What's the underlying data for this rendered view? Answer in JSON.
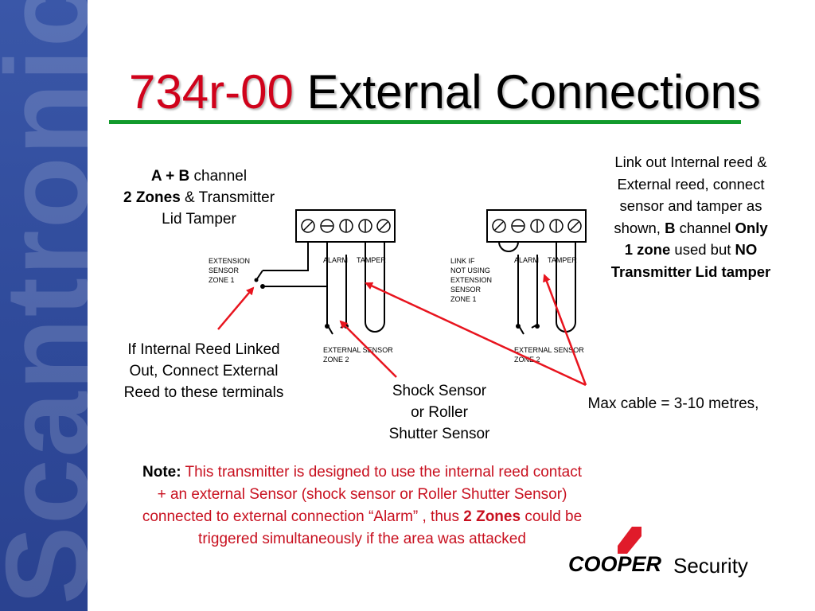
{
  "sidebar": {
    "watermark": "Scantronic"
  },
  "title": {
    "model": "734r-00",
    "rest": "External Connections"
  },
  "callout_left_top": {
    "line1_bold": "A + B",
    "line1_rest": " channel",
    "line2_bold": "2 Zones",
    "line2_rest": " & Transmitter",
    "line3": "Lid Tamper"
  },
  "callout_right_top": {
    "line1": "Link out Internal reed &",
    "line2": "External reed, connect",
    "line3": "sensor and tamper as",
    "line4_pre": "shown, ",
    "line4_bold": "B",
    "line4_mid": " channel ",
    "line4_bold2": "Only",
    "line5_bold": "1 zone",
    "line5_mid": " used but ",
    "line5_bold2": "NO",
    "line6_bold": "Transmitter Lid tamper"
  },
  "callout_reed": {
    "line1": "If Internal Reed Linked",
    "line2": "Out, Connect External",
    "line3": "Reed to these terminals"
  },
  "callout_shock": {
    "line1": "Shock Sensor",
    "line2": "or Roller",
    "line3": "Shutter Sensor"
  },
  "callout_cable": {
    "text": "Max cable = 3-10 metres,"
  },
  "diagram_left": {
    "ext_sensor_zone1": [
      "EXTENSION",
      "SENSOR",
      "ZONE 1"
    ],
    "alarm": "ALARM",
    "tamper": "TAMPER",
    "external_sensor_zone2": [
      "EXTERNAL SENSOR",
      "ZONE 2"
    ]
  },
  "diagram_right": {
    "link_note": [
      "LINK IF",
      "NOT USING",
      "EXTENSION",
      "SENSOR",
      "ZONE 1"
    ],
    "alarm": "ALARM",
    "tamper": "TAMPER",
    "external_sensor_zone2": [
      "EXTERNAL SENSOR",
      "ZONE 2"
    ]
  },
  "note": {
    "label": "Note:",
    "line1": " This transmitter is designed to use the internal reed contact",
    "line2": "+ an external Sensor (shock sensor or Roller Shutter Sensor)",
    "line3_pre": "connected to external connection “Alarm” , thus ",
    "line3_bold": "2 Zones",
    "line3_post": " could be",
    "line4": "triggered simultaneously if the area was attacked"
  },
  "brand": {
    "cooper": "COOPER",
    "security": "Security"
  },
  "colors": {
    "accent_red": "#d0021b",
    "rule_green": "#129a2c",
    "sidebar_blue": "#3050a0",
    "arrow_red": "#e8141e"
  },
  "icons": [
    "screw-terminal-icon",
    "cooper-logo-mark-icon"
  ]
}
